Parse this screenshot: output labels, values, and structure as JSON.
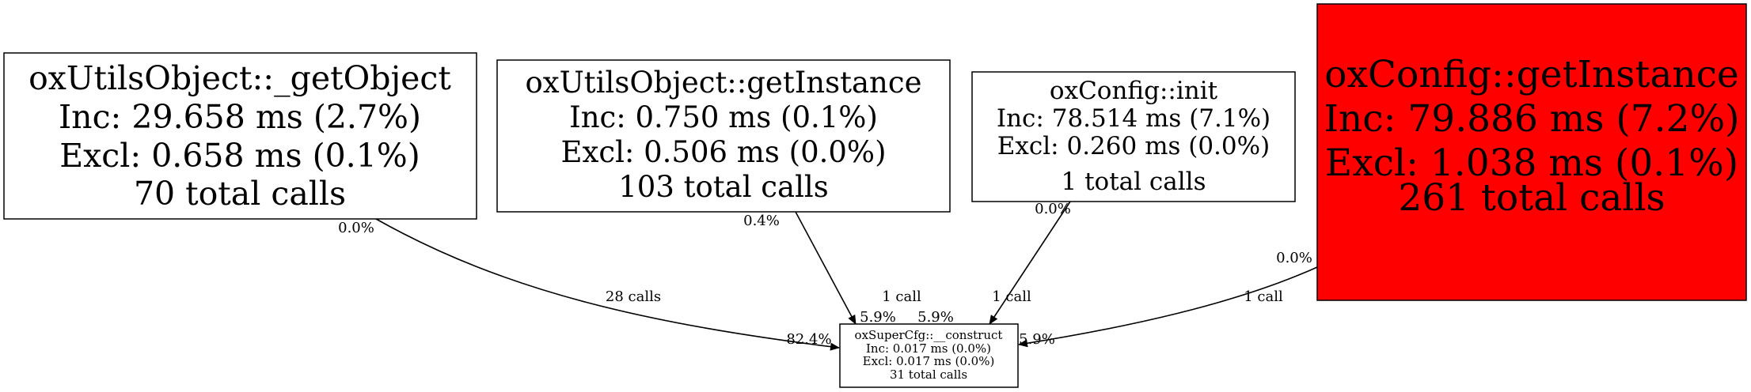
{
  "nodes": [
    {
      "name": "oxUtilsObject::_getObject",
      "inc": "Inc: 29.658 ms (2.7%)",
      "excl": "Excl: 0.658 ms (0.1%)",
      "calls": "70 total calls",
      "fill": "#ffffff"
    },
    {
      "name": "oxUtilsObject::getInstance",
      "inc": "Inc: 0.750 ms (0.1%)",
      "excl": "Excl: 0.506 ms (0.0%)",
      "calls": "103 total calls",
      "fill": "#ffffff"
    },
    {
      "name": "oxConfig::init",
      "inc": "Inc: 78.514 ms (7.1%)",
      "excl": "Excl: 0.260 ms (0.0%)",
      "calls": "1 total calls",
      "fill": "#ffffff"
    },
    {
      "name": "oxConfig::getInstance",
      "inc": "Inc: 79.886 ms (7.2%)",
      "excl": "Excl: 1.038 ms (0.1%)",
      "calls": "261 total calls",
      "fill": "#ff0000"
    },
    {
      "name": "oxSuperCfg::__construct",
      "inc": "Inc: 0.017 ms (0.0%)",
      "excl": "Excl: 0.017 ms (0.0%)",
      "calls": "31 total calls",
      "fill": "#ffffff"
    }
  ],
  "edges": [
    {
      "from": "oxUtilsObject::_getObject",
      "to": "oxSuperCfg::__construct",
      "tail": "0.0%",
      "label": "28 calls",
      "head": "82.4%"
    },
    {
      "from": "oxUtilsObject::getInstance",
      "to": "oxSuperCfg::__construct",
      "tail": "0.4%",
      "label": "1 call",
      "head": "5.9%"
    },
    {
      "from": "oxConfig::init",
      "to": "oxSuperCfg::__construct",
      "tail": "0.0%",
      "label": "1 call",
      "head": "5.9%"
    },
    {
      "from": "oxConfig::getInstance",
      "to": "oxSuperCfg::__construct",
      "tail": "0.0%",
      "label": "1 call",
      "head": "5.9%"
    }
  ]
}
